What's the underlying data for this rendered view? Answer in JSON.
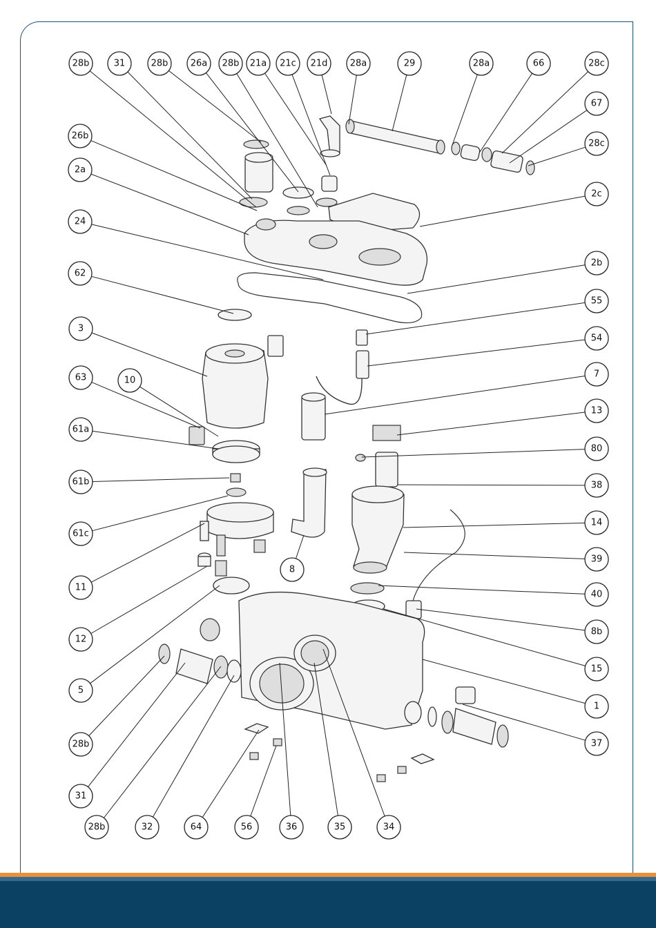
{
  "colors": {
    "frame": "#1d4f78",
    "footer_blue": "#0b4163",
    "footer_orange": "#e8913d",
    "footer_light": "#5a8bb0"
  },
  "callouts": [
    {
      "label": "28b"
    },
    {
      "label": "31"
    },
    {
      "label": "28b"
    },
    {
      "label": "26a"
    },
    {
      "label": "28b"
    },
    {
      "label": "21a"
    },
    {
      "label": "21c"
    },
    {
      "label": "21d"
    },
    {
      "label": "28a"
    },
    {
      "label": "29"
    },
    {
      "label": "28a"
    },
    {
      "label": "66"
    },
    {
      "label": "28c"
    },
    {
      "label": "67"
    },
    {
      "label": "28c"
    },
    {
      "label": "26b"
    },
    {
      "label": "2a"
    },
    {
      "label": "2c"
    },
    {
      "label": "24"
    },
    {
      "label": "2b"
    },
    {
      "label": "62"
    },
    {
      "label": "55"
    },
    {
      "label": "3"
    },
    {
      "label": "54"
    },
    {
      "label": "63"
    },
    {
      "label": "10"
    },
    {
      "label": "7"
    },
    {
      "label": "61a"
    },
    {
      "label": "13"
    },
    {
      "label": "80"
    },
    {
      "label": "61b"
    },
    {
      "label": "38"
    },
    {
      "label": "61c"
    },
    {
      "label": "14"
    },
    {
      "label": "39"
    },
    {
      "label": "8"
    },
    {
      "label": "11"
    },
    {
      "label": "40"
    },
    {
      "label": "8b"
    },
    {
      "label": "12"
    },
    {
      "label": "15"
    },
    {
      "label": "5"
    },
    {
      "label": "1"
    },
    {
      "label": "37"
    },
    {
      "label": "28b"
    },
    {
      "label": "31"
    },
    {
      "label": "28b"
    },
    {
      "label": "32"
    },
    {
      "label": "64"
    },
    {
      "label": "56"
    },
    {
      "label": "36"
    },
    {
      "label": "35"
    },
    {
      "label": "34"
    }
  ]
}
